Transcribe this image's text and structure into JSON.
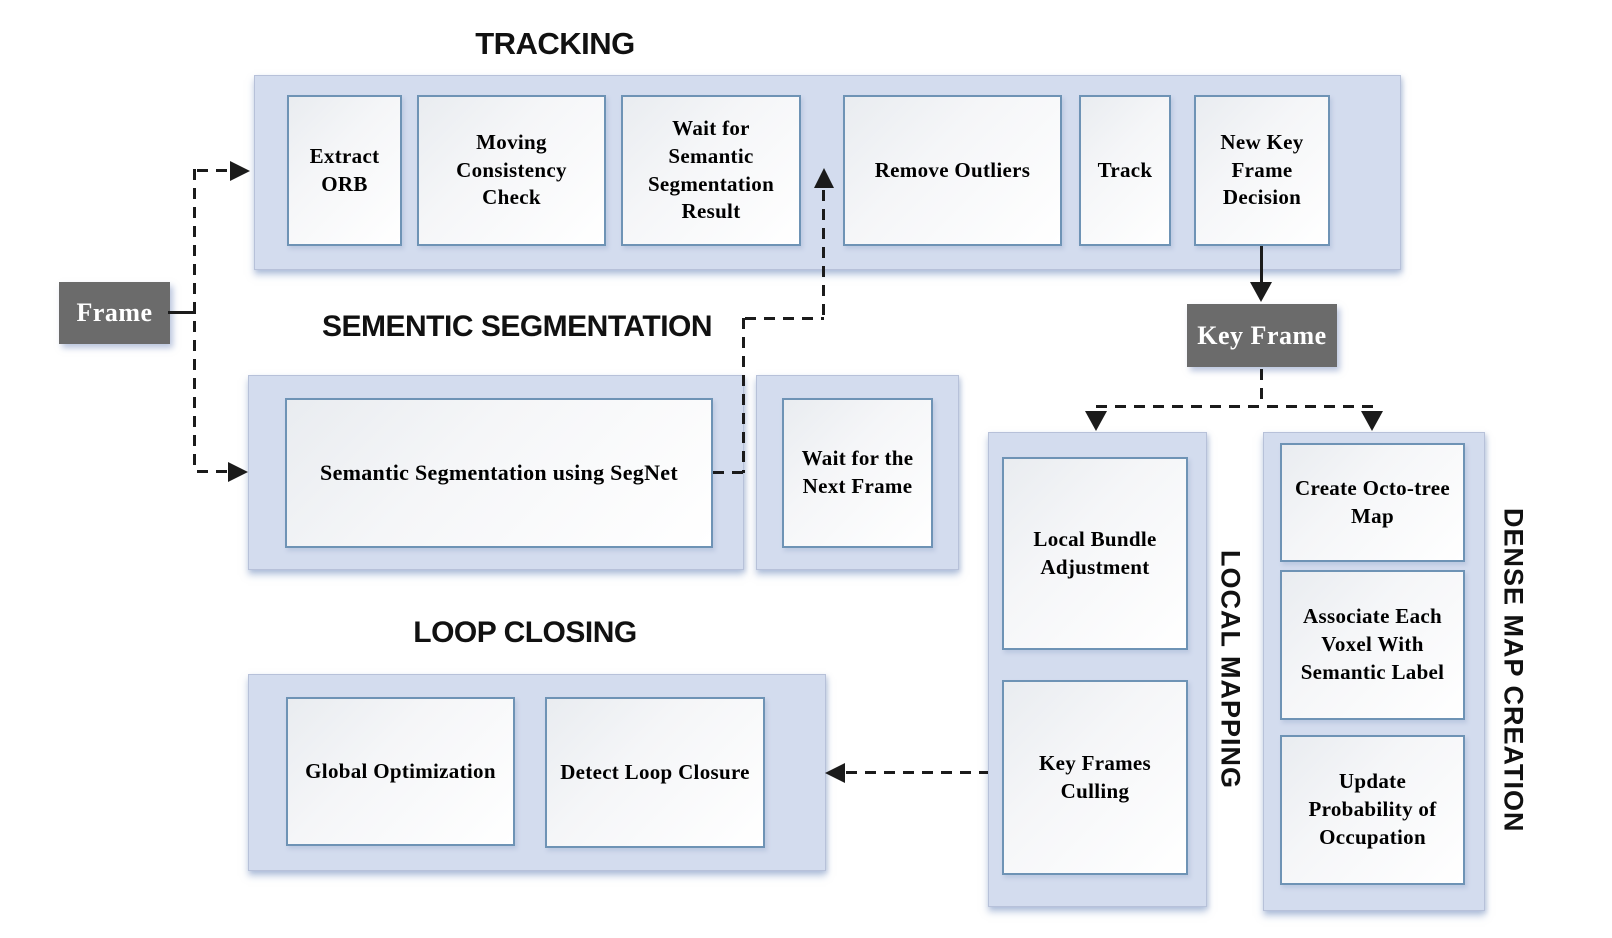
{
  "colors": {
    "panel_fill": "#d3dcee",
    "panel_border": "#b7c1d9",
    "box_border": "#6e93b5",
    "dark_node_fill": "#6b6b6b",
    "line_color": "#1b1b1b"
  },
  "sections": {
    "tracking": {
      "title": "TRACKING",
      "boxes": [
        {
          "label": "Extract ORB"
        },
        {
          "label": "Moving Consistency Check"
        },
        {
          "label": "Wait for Semantic Segmentation Result"
        },
        {
          "label": "Remove Outliers"
        },
        {
          "label": "Track"
        },
        {
          "label": "New Key Frame Decision"
        }
      ]
    },
    "semantic_segmentation": {
      "title": "SEMENTIC SEGMENTATION",
      "boxes": [
        {
          "label": "Semantic Segmentation using SegNet"
        },
        {
          "label": "Wait for the Next Frame"
        }
      ]
    },
    "loop_closing": {
      "title": "LOOP CLOSING",
      "boxes": [
        {
          "label": "Global Optimization"
        },
        {
          "label": "Detect Loop Closure"
        }
      ]
    },
    "local_mapping": {
      "title": "LOCAL MAPPING",
      "boxes": [
        {
          "label": "Local Bundle Adjustment"
        },
        {
          "label": "Key Frames Culling"
        }
      ]
    },
    "dense_map_creation": {
      "title": "DENSE MAP CREATION",
      "boxes": [
        {
          "label": "Create Octo-tree Map"
        },
        {
          "label": "Associate Each Voxel With Semantic Label"
        },
        {
          "label": "Update Probability of Occupation"
        }
      ]
    }
  },
  "nodes": {
    "frame": {
      "label": "Frame"
    },
    "key_frame": {
      "label": "Key Frame"
    }
  }
}
